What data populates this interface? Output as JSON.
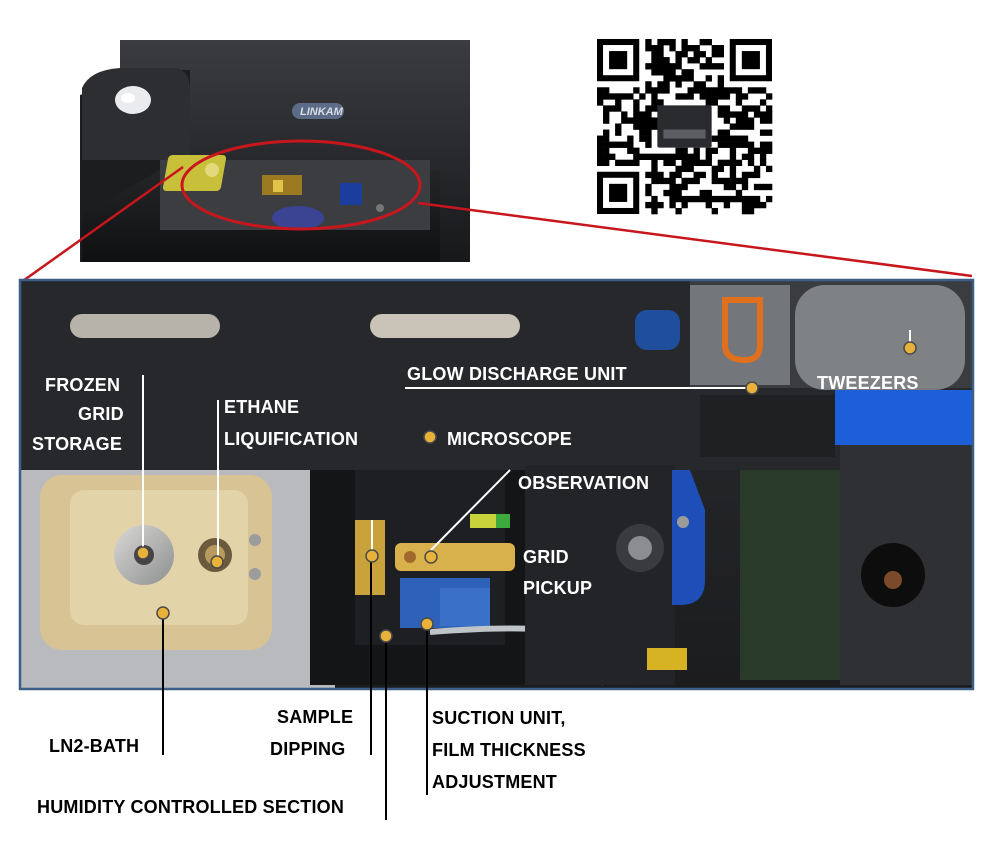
{
  "logo_text": "LINKAM",
  "colors": {
    "marker": "#e8b23a",
    "marker_ring": "#4a4a4a",
    "callout_red": "#c8161d",
    "panel_border": "#3b5f86",
    "dark_body": "#2a2b2e",
    "beige_plate": "#d8c497",
    "blue_part": "#1f5bd1"
  },
  "labels": {
    "frozen_grid_storage": [
      "FROZEN",
      "GRID",
      "STORAGE"
    ],
    "ethane_liquification": [
      "ETHANE",
      "LIQUIFICATION"
    ],
    "glow_discharge_unit": "GLOW DISCHARGE UNIT",
    "tweezers": "TWEEZERS",
    "microscope": "MICROSCOPE",
    "observation": "OBSERVATION",
    "grid_pickup": [
      "GRID",
      "PICKUP"
    ],
    "ln2_bath": "LN2-BATH",
    "sample_dipping": [
      "SAMPLE",
      "DIPPING"
    ],
    "suction_unit": [
      "SUCTION UNIT,",
      "FILM THICKNESS",
      "ADJUSTMENT"
    ],
    "humidity_controlled_section": "HUMIDITY CONTROLLED SECTION"
  },
  "icons": {
    "qr": "qr-code-icon",
    "marker": "location-dot-icon"
  }
}
